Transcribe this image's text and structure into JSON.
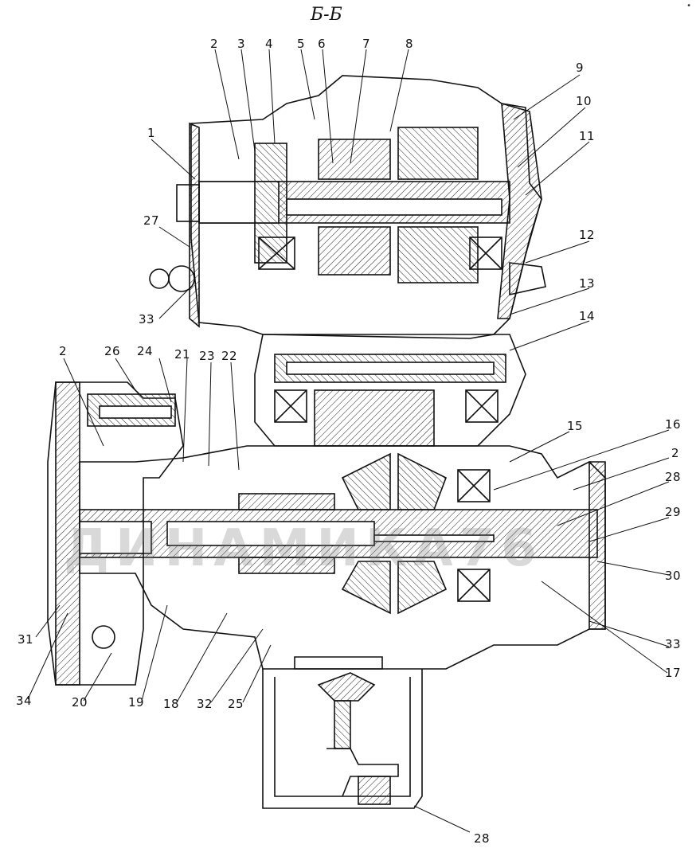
{
  "title": "Б-Б",
  "watermark": "ДИНАМИКА76",
  "corner_mark": "•",
  "callouts": [
    {
      "id": "c2a",
      "text": "2"
    },
    {
      "id": "c3",
      "text": "3"
    },
    {
      "id": "c4",
      "text": "4"
    },
    {
      "id": "c5",
      "text": "5"
    },
    {
      "id": "c6",
      "text": "6"
    },
    {
      "id": "c7",
      "text": "7"
    },
    {
      "id": "c8",
      "text": "8"
    },
    {
      "id": "c9",
      "text": "9"
    },
    {
      "id": "c10",
      "text": "10"
    },
    {
      "id": "c11",
      "text": "11"
    },
    {
      "id": "c1",
      "text": "1"
    },
    {
      "id": "c27",
      "text": "27"
    },
    {
      "id": "c12",
      "text": "12"
    },
    {
      "id": "c33a",
      "text": "33"
    },
    {
      "id": "c13",
      "text": "13"
    },
    {
      "id": "c14",
      "text": "14"
    },
    {
      "id": "c2b",
      "text": "2"
    },
    {
      "id": "c26",
      "text": "26"
    },
    {
      "id": "c24",
      "text": "24"
    },
    {
      "id": "c21",
      "text": "21"
    },
    {
      "id": "c23",
      "text": "23"
    },
    {
      "id": "c22",
      "text": "22"
    },
    {
      "id": "c15",
      "text": "15"
    },
    {
      "id": "c16",
      "text": "16"
    },
    {
      "id": "c2c",
      "text": "2"
    },
    {
      "id": "c28a",
      "text": "28"
    },
    {
      "id": "c29",
      "text": "29"
    },
    {
      "id": "c30",
      "text": "30"
    },
    {
      "id": "c31",
      "text": "31"
    },
    {
      "id": "c33b",
      "text": "33"
    },
    {
      "id": "c17",
      "text": "17"
    },
    {
      "id": "c34",
      "text": "34"
    },
    {
      "id": "c20",
      "text": "20"
    },
    {
      "id": "c19",
      "text": "19"
    },
    {
      "id": "c18",
      "text": "18"
    },
    {
      "id": "c32",
      "text": "32"
    },
    {
      "id": "c25",
      "text": "25"
    },
    {
      "id": "c28b",
      "text": "28"
    }
  ]
}
